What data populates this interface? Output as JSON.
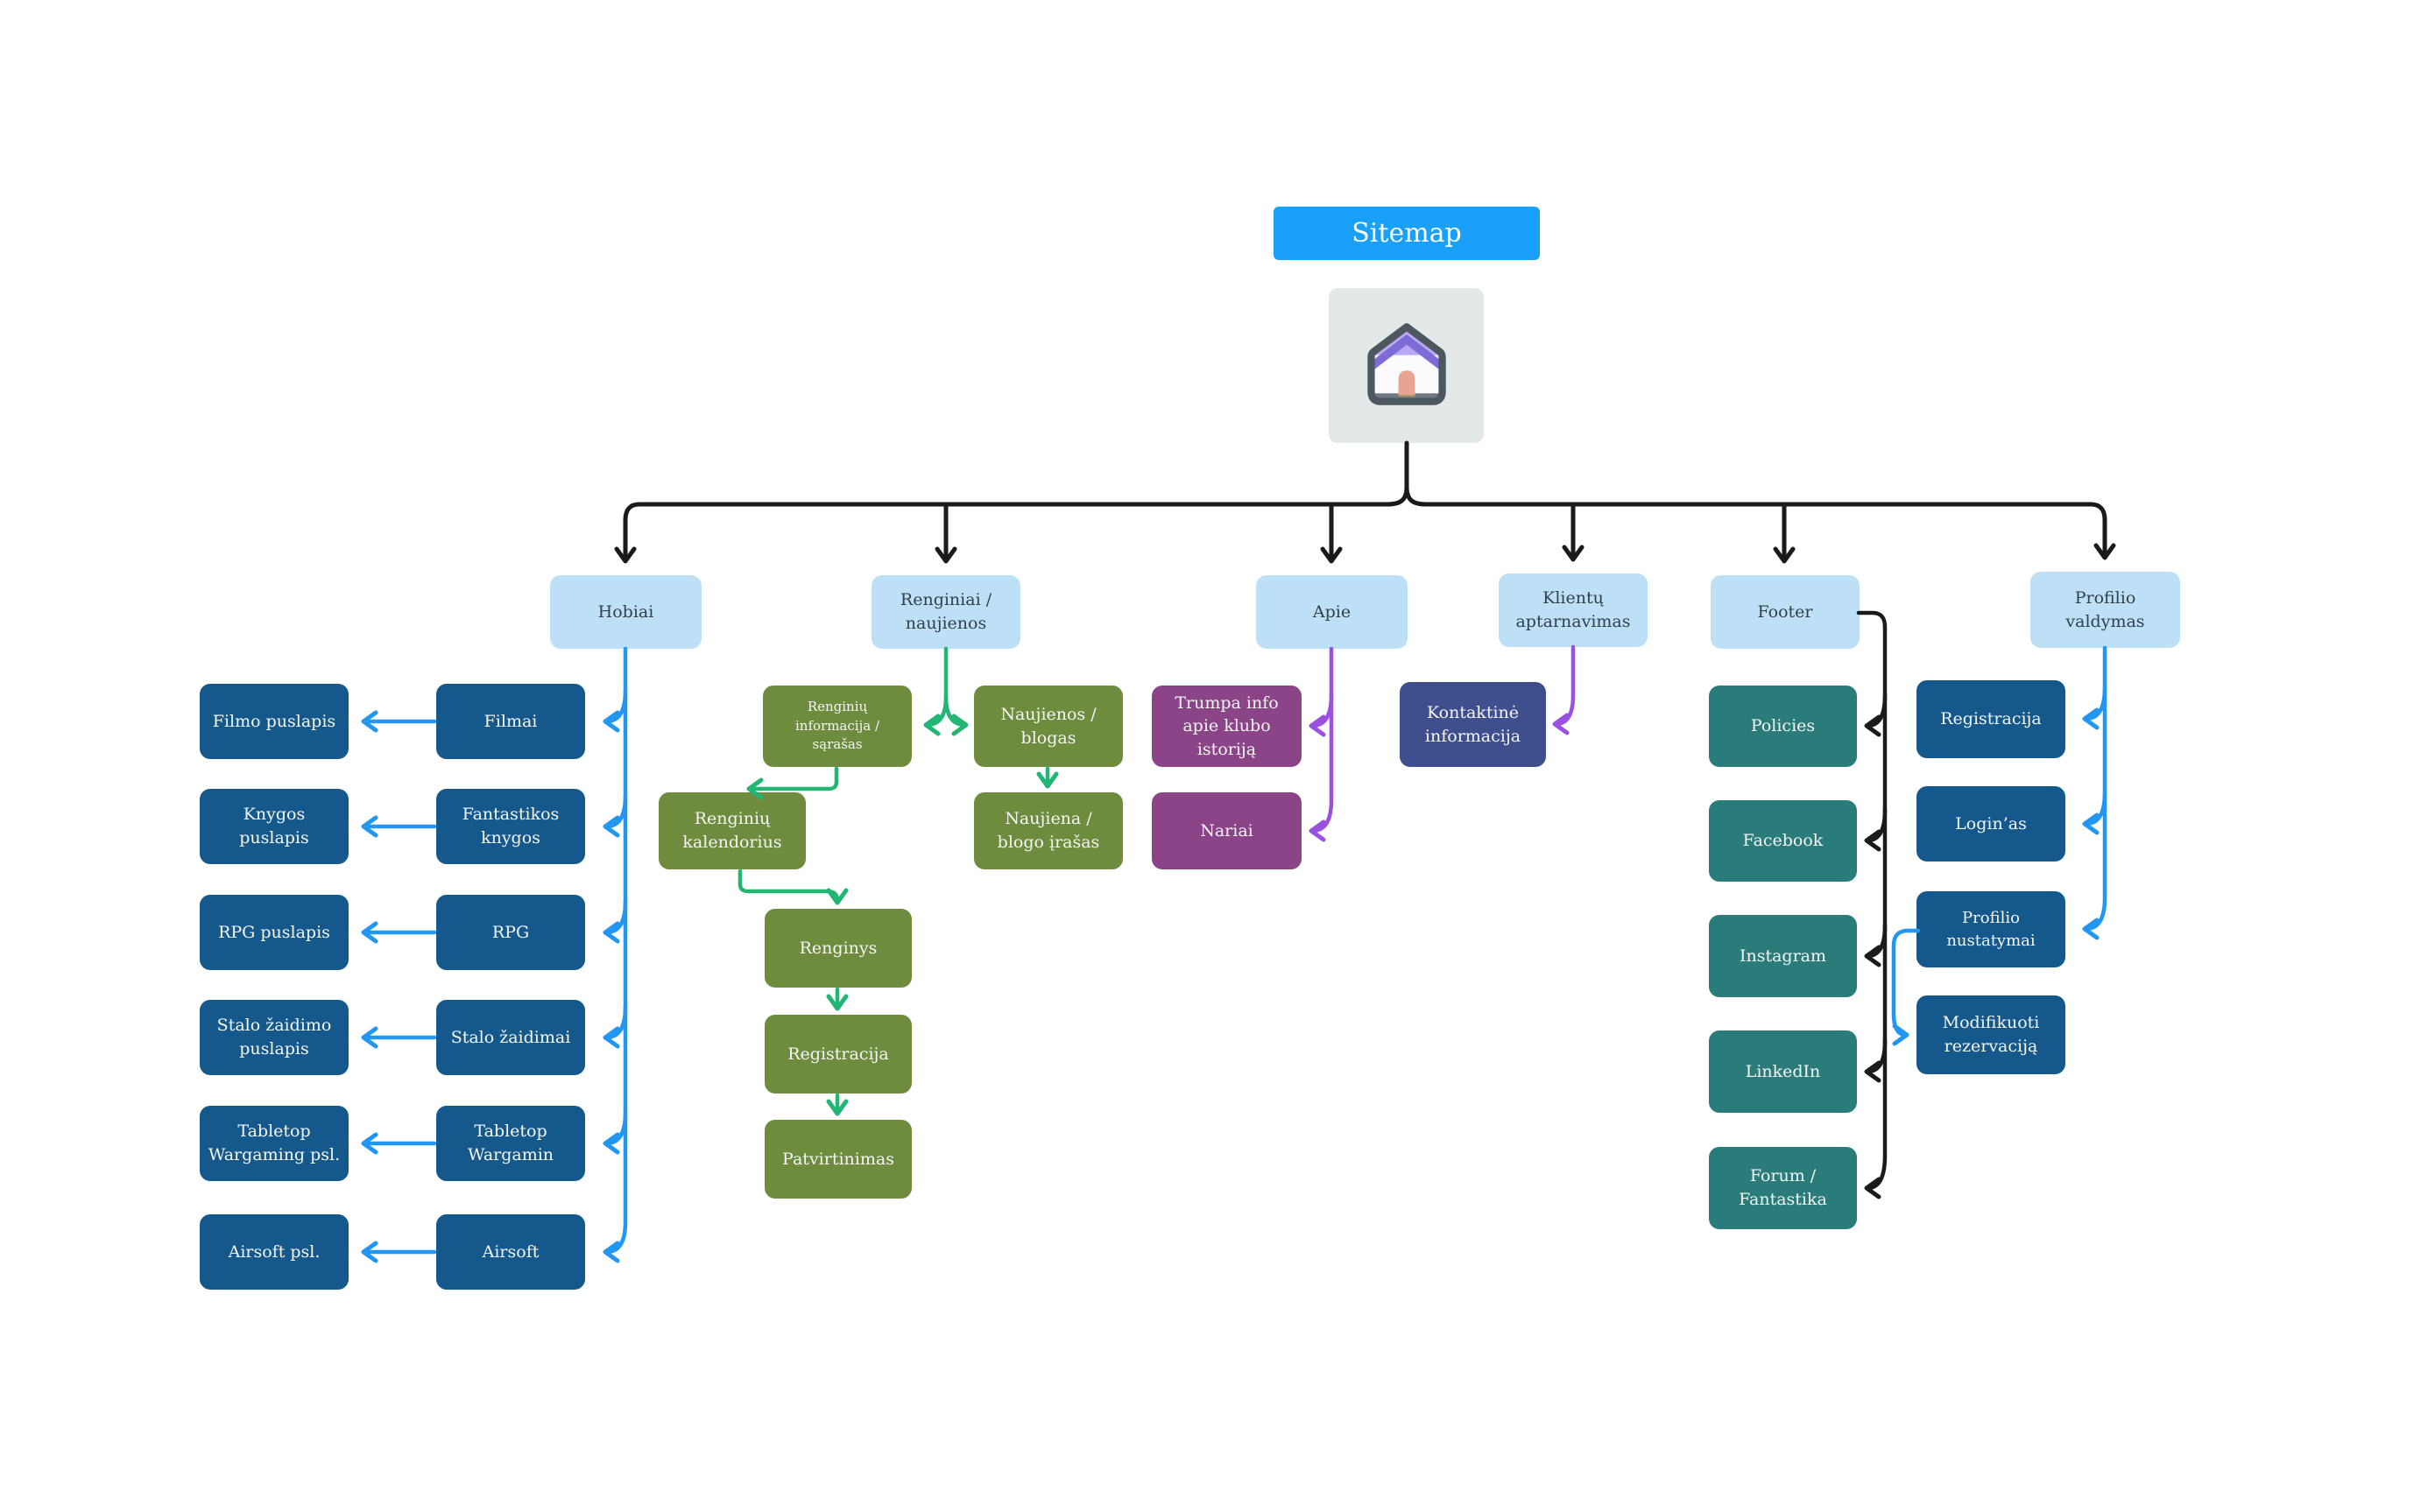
{
  "root": {
    "label": "Sitemap"
  },
  "home": {
    "icon": "house-icon"
  },
  "sections": {
    "hobiai": "Hobiai",
    "renginiai": "Renginiai / naujienos",
    "apie": "Apie",
    "klientai": "Klientų aptarnavimas",
    "footer": "Footer",
    "profilio": "Profilio valdymas"
  },
  "hobiai_pages": {
    "filmai": "Filmai",
    "filmo_puslapis": "Filmo puslapis",
    "fantastikos_knygos": "Fantastikos knygos",
    "knygos_puslapis": "Knygos puslapis",
    "rpg": "RPG",
    "rpg_puslapis": "RPG puslapis",
    "stalo_zaidimai": "Stalo žaidimai",
    "stalo_zaidimo_puslapis": "Stalo žaidimo puslapis",
    "tabletop_wargamin": "Tabletop Wargamin",
    "tabletop_wargaming_psl": "Tabletop Wargaming psl.",
    "airsoft": "Airsoft",
    "airsoft_psl": "Airsoft psl."
  },
  "renginiai_pages": {
    "renginiu_informacija": "Renginių informacija / sąrašas",
    "naujienos_blogas": "Naujienos / blogas",
    "renginiu_kalendorius": "Renginių kalendorius",
    "naujiena_irasas": "Naujiena / blogo įrašas",
    "renginys": "Renginys",
    "registracija": "Registracija",
    "patvirtinimas": "Patvirtinimas"
  },
  "apie_pages": {
    "trumpa_info": "Trumpa info apie klubo istoriją",
    "nariai": "Nariai"
  },
  "klientai_pages": {
    "kontaktine": "Kontaktinė informacija"
  },
  "footer_pages": {
    "policies": "Policies",
    "facebook": "Facebook",
    "instagram": "Instagram",
    "linkedin": "LinkedIn",
    "forum": "Forum / Fantastika"
  },
  "profilio_pages": {
    "registracija": "Registracija",
    "loginas": "Login’as",
    "profilio_nustatymai": "Profilio nustatymai",
    "modifikuoti": "Modifikuoti rezervaciją"
  },
  "colors": {
    "root_button": "#18A0FB",
    "section_box": "#BEE0F7",
    "page_blue": "#15598C",
    "page_green": "#6F8C3E",
    "page_purple": "#8B4487",
    "page_navy": "#3F4E8C",
    "page_teal": "#2A7C7A",
    "arrow_blue": "#2196F3",
    "arrow_green": "#22B573",
    "arrow_purple": "#9B51E0",
    "arrow_black": "#1A1A1A",
    "home_tile": "#E2E9E8"
  }
}
